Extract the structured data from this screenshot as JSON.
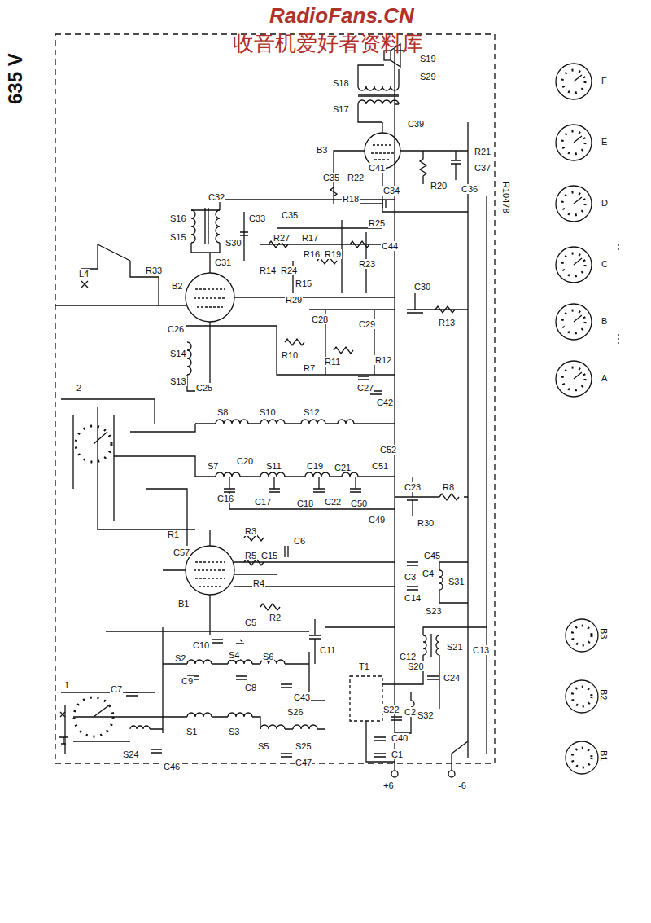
{
  "diagram": {
    "title": "635 V",
    "labels": [
      "RadioFans.CN",
      "收音机爱好者资料库",
      "R10478",
      "S19",
      "S29",
      "S18",
      "S17",
      "C39",
      "B3",
      "C35",
      "R22",
      "C41",
      "R18",
      "C34",
      "R20",
      "R21",
      "C37",
      "C36",
      "C32",
      "S16",
      "S15",
      "S30",
      "C33",
      "C31",
      "C35",
      "R17",
      "R25",
      "R27",
      "R16",
      "R14",
      "R24",
      "R15",
      "R19",
      "R23",
      "C44",
      "R33",
      "L4",
      "B2",
      "C26",
      "R29",
      "C28",
      "R10",
      "C29",
      "C30",
      "R13",
      "R11",
      "R12",
      "R7",
      "C27",
      "C42",
      "S14",
      "S13",
      "C25",
      "S8",
      "S10",
      "S12",
      "S7",
      "C20",
      "C16",
      "C17",
      "C18",
      "S11",
      "C19",
      "C22",
      "C21",
      "C50",
      "C51",
      "C52",
      "C49",
      "C23",
      "R8",
      "R30",
      "R1",
      "C57",
      "R3",
      "C15",
      "C6",
      "R5",
      "R4",
      "B1",
      "C45",
      "C4",
      "R2",
      "S31",
      "C3",
      "S23",
      "C14",
      "C10",
      "C5",
      "C12",
      "C13",
      "C11",
      "C9",
      "S2",
      "S4",
      "C8",
      "S6",
      "C43",
      "S26",
      "C7",
      "S1",
      "S3",
      "S5",
      "S25",
      "C47",
      "S24",
      "C46",
      "S21",
      "S20",
      "C24",
      "T1",
      "S32",
      "S22",
      "C2",
      "C40",
      "C1",
      "+6",
      "-6",
      "B3",
      "B2",
      "B1",
      "A",
      "B",
      "C",
      "D",
      "E",
      "F",
      "2",
      "1"
    ]
  }
}
